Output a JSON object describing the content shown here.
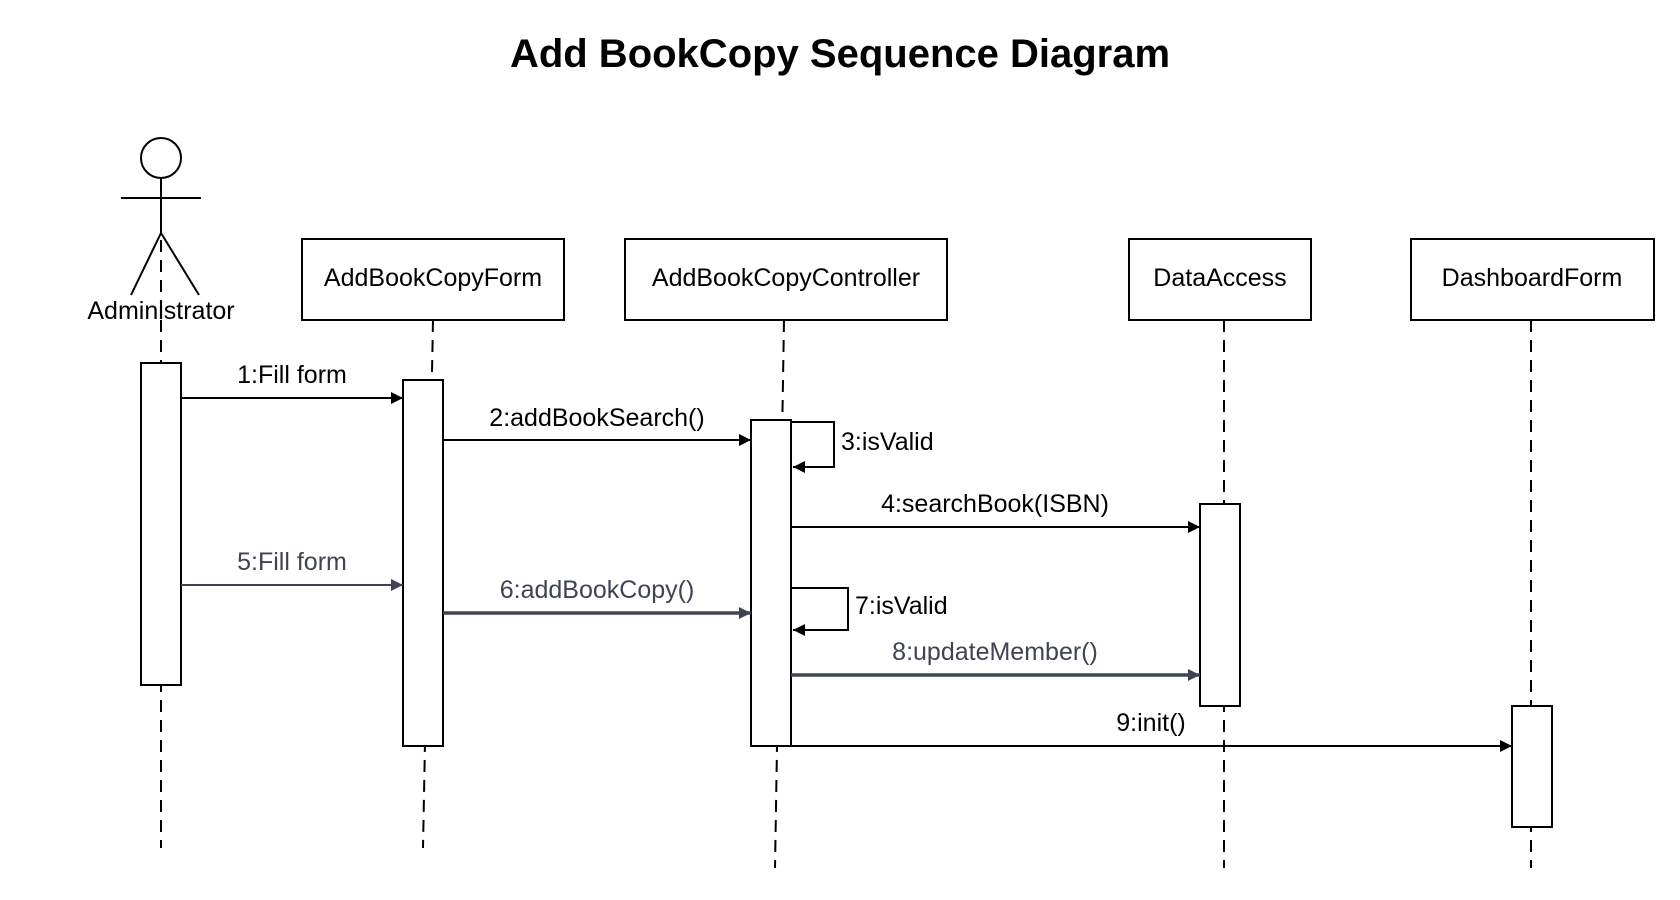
{
  "title": "Add BookCopy Sequence Diagram",
  "actor": {
    "name": "Administrator"
  },
  "participants": [
    {
      "id": "form",
      "name": "AddBookCopyForm"
    },
    {
      "id": "controller",
      "name": "AddBookCopyController"
    },
    {
      "id": "data",
      "name": "DataAccess"
    },
    {
      "id": "dashboard",
      "name": "DashboardForm"
    }
  ],
  "messages": [
    {
      "num": 1,
      "label": "1:Fill form",
      "from": "admin",
      "to": "form",
      "color": "#000000"
    },
    {
      "num": 2,
      "label": "2:addBookSearch()",
      "from": "form",
      "to": "controller",
      "color": "#000000"
    },
    {
      "num": 3,
      "label": "3:isValid",
      "from": "controller",
      "to": "controller",
      "color": "#000000"
    },
    {
      "num": 4,
      "label": "4:searchBook(ISBN)",
      "from": "controller",
      "to": "data",
      "color": "#000000"
    },
    {
      "num": 5,
      "label": "5:Fill form",
      "from": "admin",
      "to": "form",
      "color": "#3e4452"
    },
    {
      "num": 6,
      "label": "6:addBookCopy()",
      "from": "form",
      "to": "controller",
      "color": "#3e4452"
    },
    {
      "num": 7,
      "label": "7:isValid",
      "from": "controller",
      "to": "controller",
      "color": "#000000"
    },
    {
      "num": 8,
      "label": "8:updateMember()",
      "from": "controller",
      "to": "data",
      "color": "#3e4452"
    },
    {
      "num": 9,
      "label": "9:init()",
      "from": "controller",
      "to": "dashboard",
      "color": "#000000"
    }
  ]
}
